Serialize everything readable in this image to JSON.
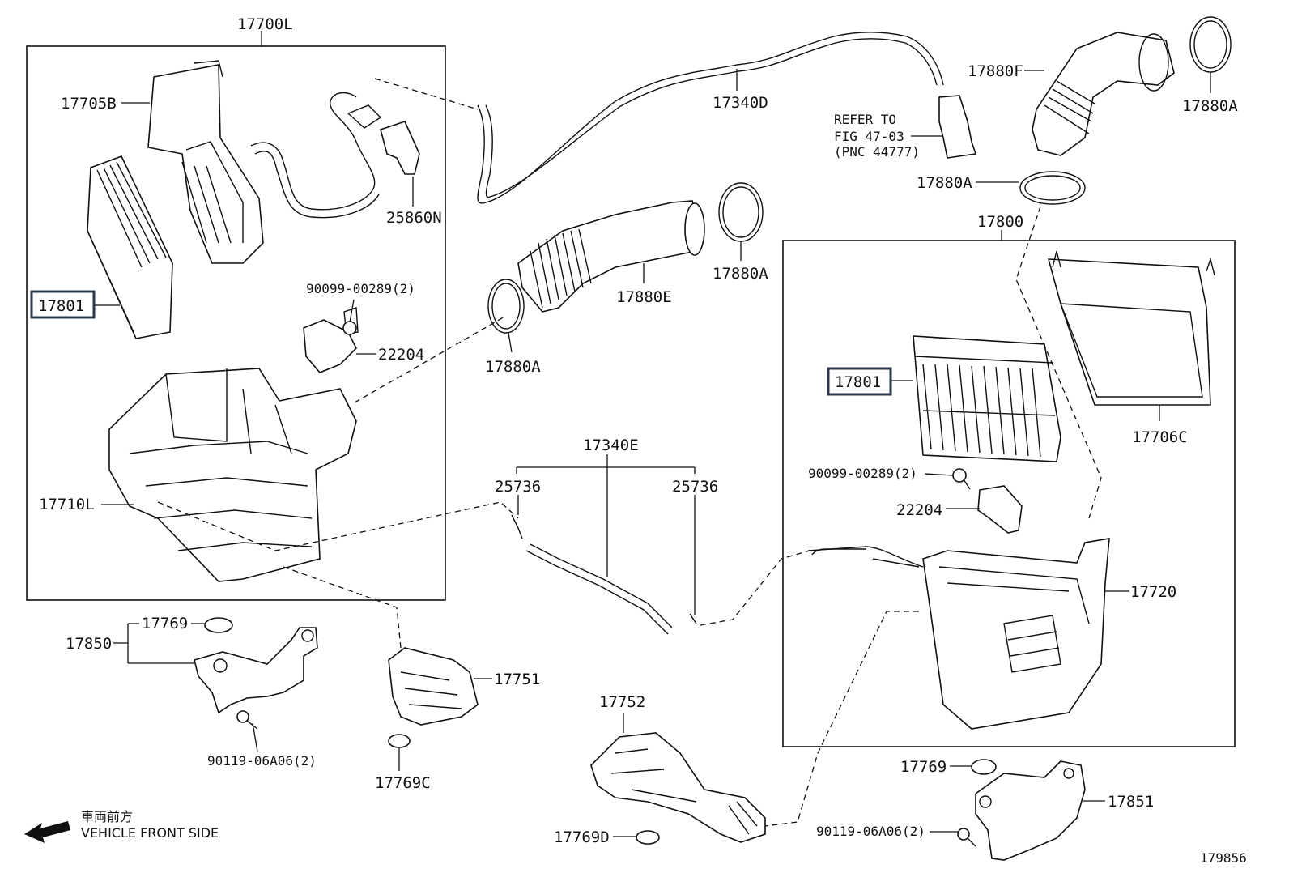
{
  "labels": {
    "p17700L": "17700L",
    "p17705B": "17705B",
    "p25860N": "25860N",
    "p17801a": "17801",
    "p90099a": "90099-00289(2)",
    "p22204a": "22204",
    "p17710L": "17710L",
    "p17880E": "17880E",
    "p17880A_1": "17880A",
    "p17880A_2": "17880A",
    "p17340D": "17340D",
    "refer1": "REFER TO",
    "refer2": "FIG 47-03",
    "refer3": "(PNC 44777)",
    "p17880F": "17880F",
    "p17880A_3": "17880A",
    "p17880A_4": "17880A",
    "p17800": "17800",
    "p17801b": "17801",
    "p17706C": "17706C",
    "p90099b": "90099-00289(2)",
    "p22204b": "22204",
    "p17720": "17720",
    "p17340E": "17340E",
    "p25736a": "25736",
    "p25736b": "25736",
    "p17769a": "17769",
    "p17850": "17850",
    "p90119a": "90119-06A06(2)",
    "p17751": "17751",
    "p17769C": "17769C",
    "p17752": "17752",
    "p17769D": "17769D",
    "p17769b": "17769",
    "p17851": "17851",
    "p90119b": "90119-06A06(2)",
    "front_jp": "車両前方",
    "front_en": "VEHICLE FRONT SIDE",
    "fig_no": "179856"
  },
  "colors": {
    "ink": "#111111",
    "highlight_border": "#2b3a4a"
  }
}
